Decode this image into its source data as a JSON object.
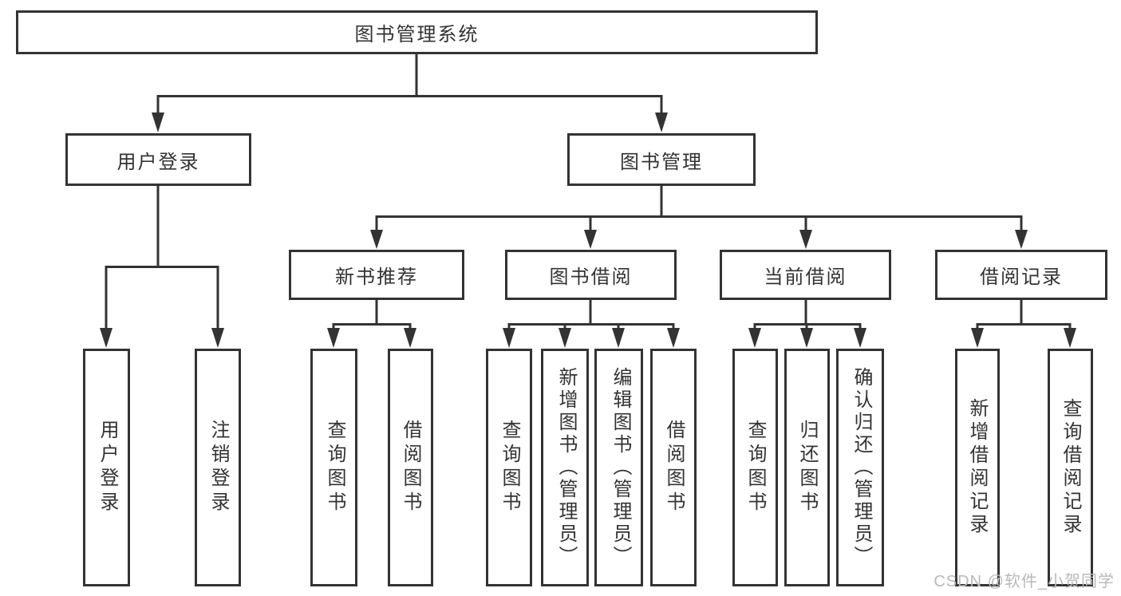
{
  "tree": {
    "root": {
      "label": "图书管理系统",
      "children": [
        {
          "label": "用户登录",
          "children": [
            {
              "label": "用户登录"
            },
            {
              "label": "注销登录"
            }
          ]
        },
        {
          "label": "图书管理",
          "children": [
            {
              "label": "新书推荐",
              "children": [
                {
                  "label": "查询图书"
                },
                {
                  "label": "借阅图书"
                }
              ]
            },
            {
              "label": "图书借阅",
              "children": [
                {
                  "label": "查询图书"
                },
                {
                  "label": "新增图书（管理员）"
                },
                {
                  "label": "编辑图书（管理员）"
                },
                {
                  "label": "借阅图书"
                }
              ]
            },
            {
              "label": "当前借阅",
              "children": [
                {
                  "label": "查询图书"
                },
                {
                  "label": "归还图书"
                },
                {
                  "label": "确认归还（管理员）"
                }
              ]
            },
            {
              "label": "借阅记录",
              "children": [
                {
                  "label": "新增借阅记录"
                },
                {
                  "label": "查询借阅记录"
                }
              ]
            }
          ]
        }
      ]
    }
  },
  "colors": {
    "line": "#333333",
    "watermark": "#b9b9b9",
    "background": "#ffffff"
  },
  "watermark": {
    "text": "CSDN @软件_小贺同学"
  }
}
